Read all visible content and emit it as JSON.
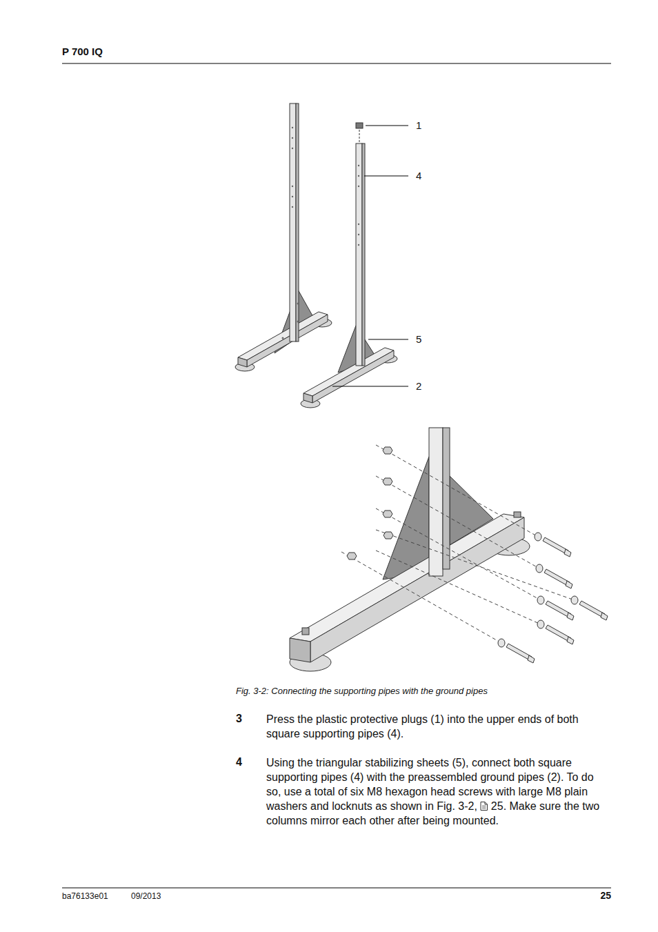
{
  "diagram": {
    "title": "P 700 IQ",
    "caption": "Fig. 3-2: Connecting the supporting pipes with the ground pipes",
    "labels": [
      "1",
      "4",
      "5",
      "2",
      "3",
      "Press the plastic protective plugs (1) into the upper ends of both square supporting pipes (4).",
      "4",
      "Using the triangular stabilizing sheets (5), connect both square supporting pipes (4) with the preassembled ground pipes (2). To do so, use a total of six M8 hexagon head screws with large M8 plain washers and locknuts as shown in Fig. 3-2,",
      "25. Make sure the two columns mirror each other after being mounted.",
      "ba76133e01",
      "09/2013",
      "25"
    ]
  }
}
